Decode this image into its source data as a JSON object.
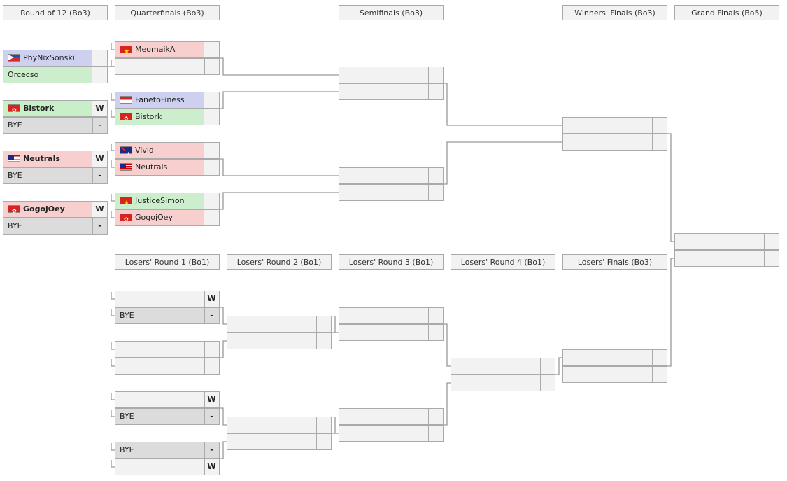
{
  "headers": {
    "ro12": "Round of 12 (Bo3)",
    "qf": "Quarterfinals (Bo3)",
    "sf": "Semifinals (Bo3)",
    "wf": "Winners' Finals (Bo3)",
    "gf": "Grand Finals (Bo5)",
    "lr1": "Losers' Round 1 (Bo1)",
    "lr2": "Losers' Round 2 (Bo1)",
    "lr3": "Losers' Round 3 (Bo1)",
    "lr4": "Losers' Round 4 (Bo1)",
    "lf": "Losers' Finals (Bo3)"
  },
  "slots": {
    "r12_1a": {
      "name": "PhyNixSonski",
      "flag": "philippines-flag",
      "score": ""
    },
    "r12_1b": {
      "name": "Orcecso",
      "flag": "",
      "score": ""
    },
    "r12_2a": {
      "name": "Bistork",
      "flag": "hong-kong-flag",
      "score": "W"
    },
    "r12_2b": {
      "name": "BYE",
      "flag": "",
      "score": "-"
    },
    "r12_3a": {
      "name": "Neutrals",
      "flag": "malaysia-flag",
      "score": "W"
    },
    "r12_3b": {
      "name": "BYE",
      "flag": "",
      "score": "-"
    },
    "r12_4a": {
      "name": "GogojOey",
      "flag": "hong-kong-flag",
      "score": "W"
    },
    "r12_4b": {
      "name": "BYE",
      "flag": "",
      "score": "-"
    },
    "qf_1a": {
      "name": "MeomaikA",
      "flag": "vietnam-flag",
      "score": ""
    },
    "qf_1b": {
      "name": "",
      "flag": "",
      "score": ""
    },
    "qf_2a": {
      "name": "FanetoFiness",
      "flag": "indonesia-flag",
      "score": ""
    },
    "qf_2b": {
      "name": "Bistork",
      "flag": "hong-kong-flag",
      "score": ""
    },
    "qf_3a": {
      "name": "Vivid",
      "flag": "australia-flag",
      "score": ""
    },
    "qf_3b": {
      "name": "Neutrals",
      "flag": "malaysia-flag",
      "score": ""
    },
    "qf_4a": {
      "name": "JusticeSimon",
      "flag": "vietnam-flag",
      "score": ""
    },
    "qf_4b": {
      "name": "GogojOey",
      "flag": "hong-kong-flag",
      "score": ""
    },
    "lr1_1a": {
      "name": "",
      "flag": "",
      "score": "W"
    },
    "lr1_1b": {
      "name": "BYE",
      "flag": "",
      "score": "-"
    },
    "lr1_2a": {
      "name": "",
      "flag": "",
      "score": ""
    },
    "lr1_2b": {
      "name": "",
      "flag": "",
      "score": ""
    },
    "lr1_3a": {
      "name": "",
      "flag": "",
      "score": "W"
    },
    "lr1_3b": {
      "name": "BYE",
      "flag": "",
      "score": "-"
    },
    "lr1_4a": {
      "name": "BYE",
      "flag": "",
      "score": "-"
    },
    "lr1_4b": {
      "name": "",
      "flag": "",
      "score": "W"
    }
  }
}
